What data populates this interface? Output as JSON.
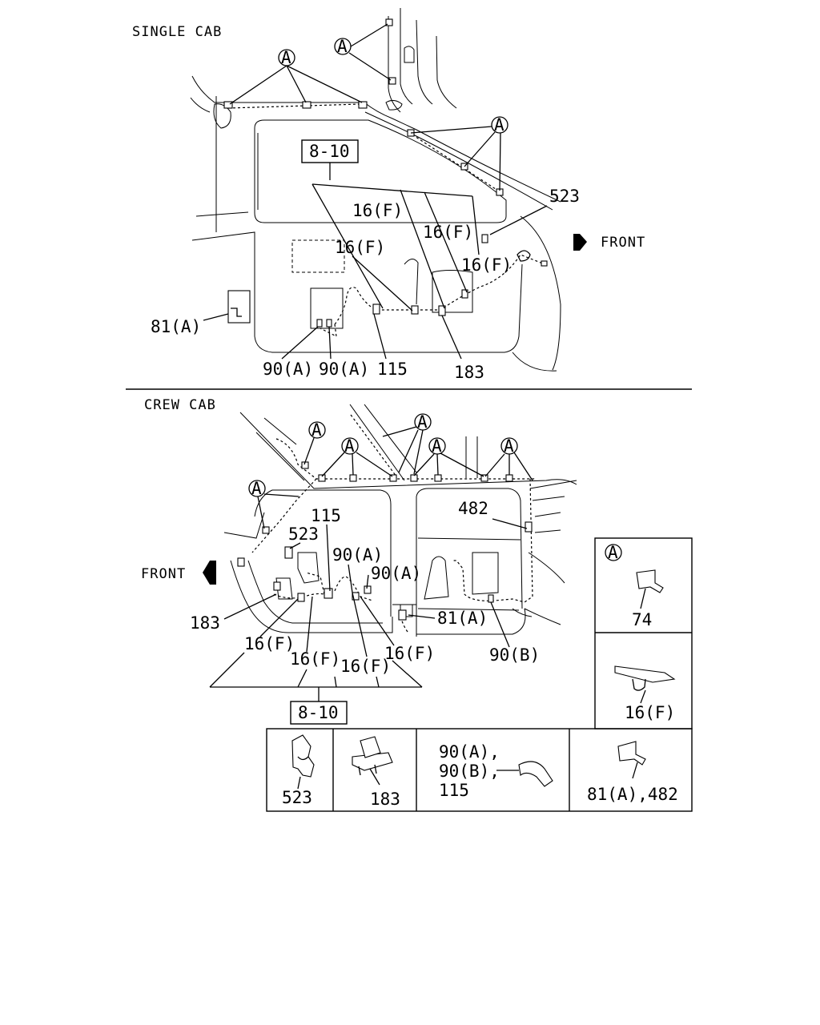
{
  "single_cab": {
    "title": "SINGLE CAB",
    "callout_a": "A",
    "ref_box": "8-10",
    "front": "FRONT",
    "labels": {
      "p523": "523",
      "p16f": "16(F)",
      "p81a": "81(A)",
      "p90a": "90(A)",
      "p115": "115",
      "p183": "183"
    }
  },
  "crew_cab": {
    "title": "CREW CAB",
    "callout_a": "A",
    "ref_box": "8-10",
    "front": "FRONT",
    "labels": {
      "p115": "115",
      "p523": "523",
      "p90a": "90(A)",
      "p482": "482",
      "p81a": "81(A)",
      "p183": "183",
      "p16f": "16(F)",
      "p90b": "90(B)"
    }
  },
  "legend": {
    "a_key": "A",
    "a_part": "74",
    "clip_part": "16(F)",
    "p523": "523",
    "p183": "183",
    "multi_line1": "90(A),",
    "multi_line2": "90(B),",
    "multi_line3": "115",
    "tape_part": "81(A),482"
  }
}
